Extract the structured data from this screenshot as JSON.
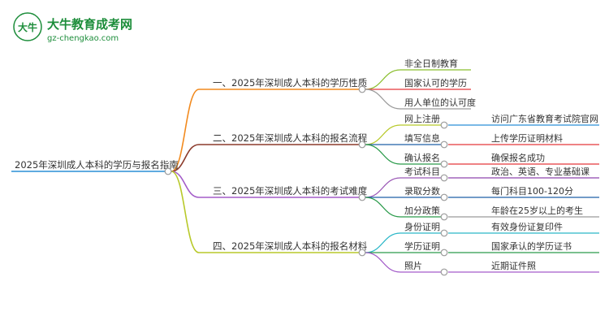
{
  "logo": {
    "glyph": "大牛",
    "name": "大牛教育成考网",
    "url": "gz-chengkao.com"
  },
  "root": {
    "label": "2025年深圳成人本科的学历与报名指南"
  },
  "branches": [
    {
      "label": "一、2025年深圳成人本科的学历性质",
      "color": "#f28a1e",
      "children": [
        {
          "label": "非全日制教育",
          "color": "#8bbf2f"
        },
        {
          "label": "国家认可的学历",
          "color": "#e5383b"
        },
        {
          "label": "用人单位的认可度",
          "color": "#9a9a9a"
        }
      ]
    },
    {
      "label": "二、2025年深圳成人本科的报名流程",
      "color": "#8b3a2a",
      "children": [
        {
          "label": "网上注册",
          "color": "#b8c92a",
          "detail": "访问广东省教育考试院官网",
          "detail_color": "#2a8fd6"
        },
        {
          "label": "填写信息",
          "color": "#1f5fa8",
          "detail": "上传学历证明材料",
          "detail_color": "#e5383b"
        },
        {
          "label": "确认报名",
          "color": "#2a9a4a",
          "detail": "确保报名成功",
          "detail_color": "#e5383b"
        }
      ]
    },
    {
      "label": "三、2025年深圳成人本科的考试难度",
      "color": "#a35cc9",
      "children": [
        {
          "label": "考试科目",
          "color": "#9b59b6",
          "detail": "政治、英语、专业基础课",
          "detail_color": "#8e44ad"
        },
        {
          "label": "录取分数",
          "color": "#1f5fa8",
          "detail": "每门科目100-120分",
          "detail_color": "#1f5fa8"
        },
        {
          "label": "加分政策",
          "color": "#2a9a4a",
          "detail": "年龄在25岁以上的考生",
          "detail_color": "#9a9a9a"
        }
      ]
    },
    {
      "label": "四、2025年深圳成人本科的报名材料",
      "color": "#b8c92a",
      "children": [
        {
          "label": "身份证明",
          "color": "#2bb7c8",
          "detail": "有效身份证复印件",
          "detail_color": "#2bb7c8"
        },
        {
          "label": "学历证明",
          "color": "#2a9a4a",
          "detail": "国家承认的学历证书",
          "detail_color": "#2a9a4a"
        },
        {
          "label": "照片",
          "color": "#a35cc9",
          "detail": "近期证件照",
          "detail_color": "#a35cc9"
        }
      ]
    }
  ],
  "colors": {
    "root_line": "#2a8fd6",
    "node_ring": "#9a9a9a",
    "text": "#333333"
  }
}
